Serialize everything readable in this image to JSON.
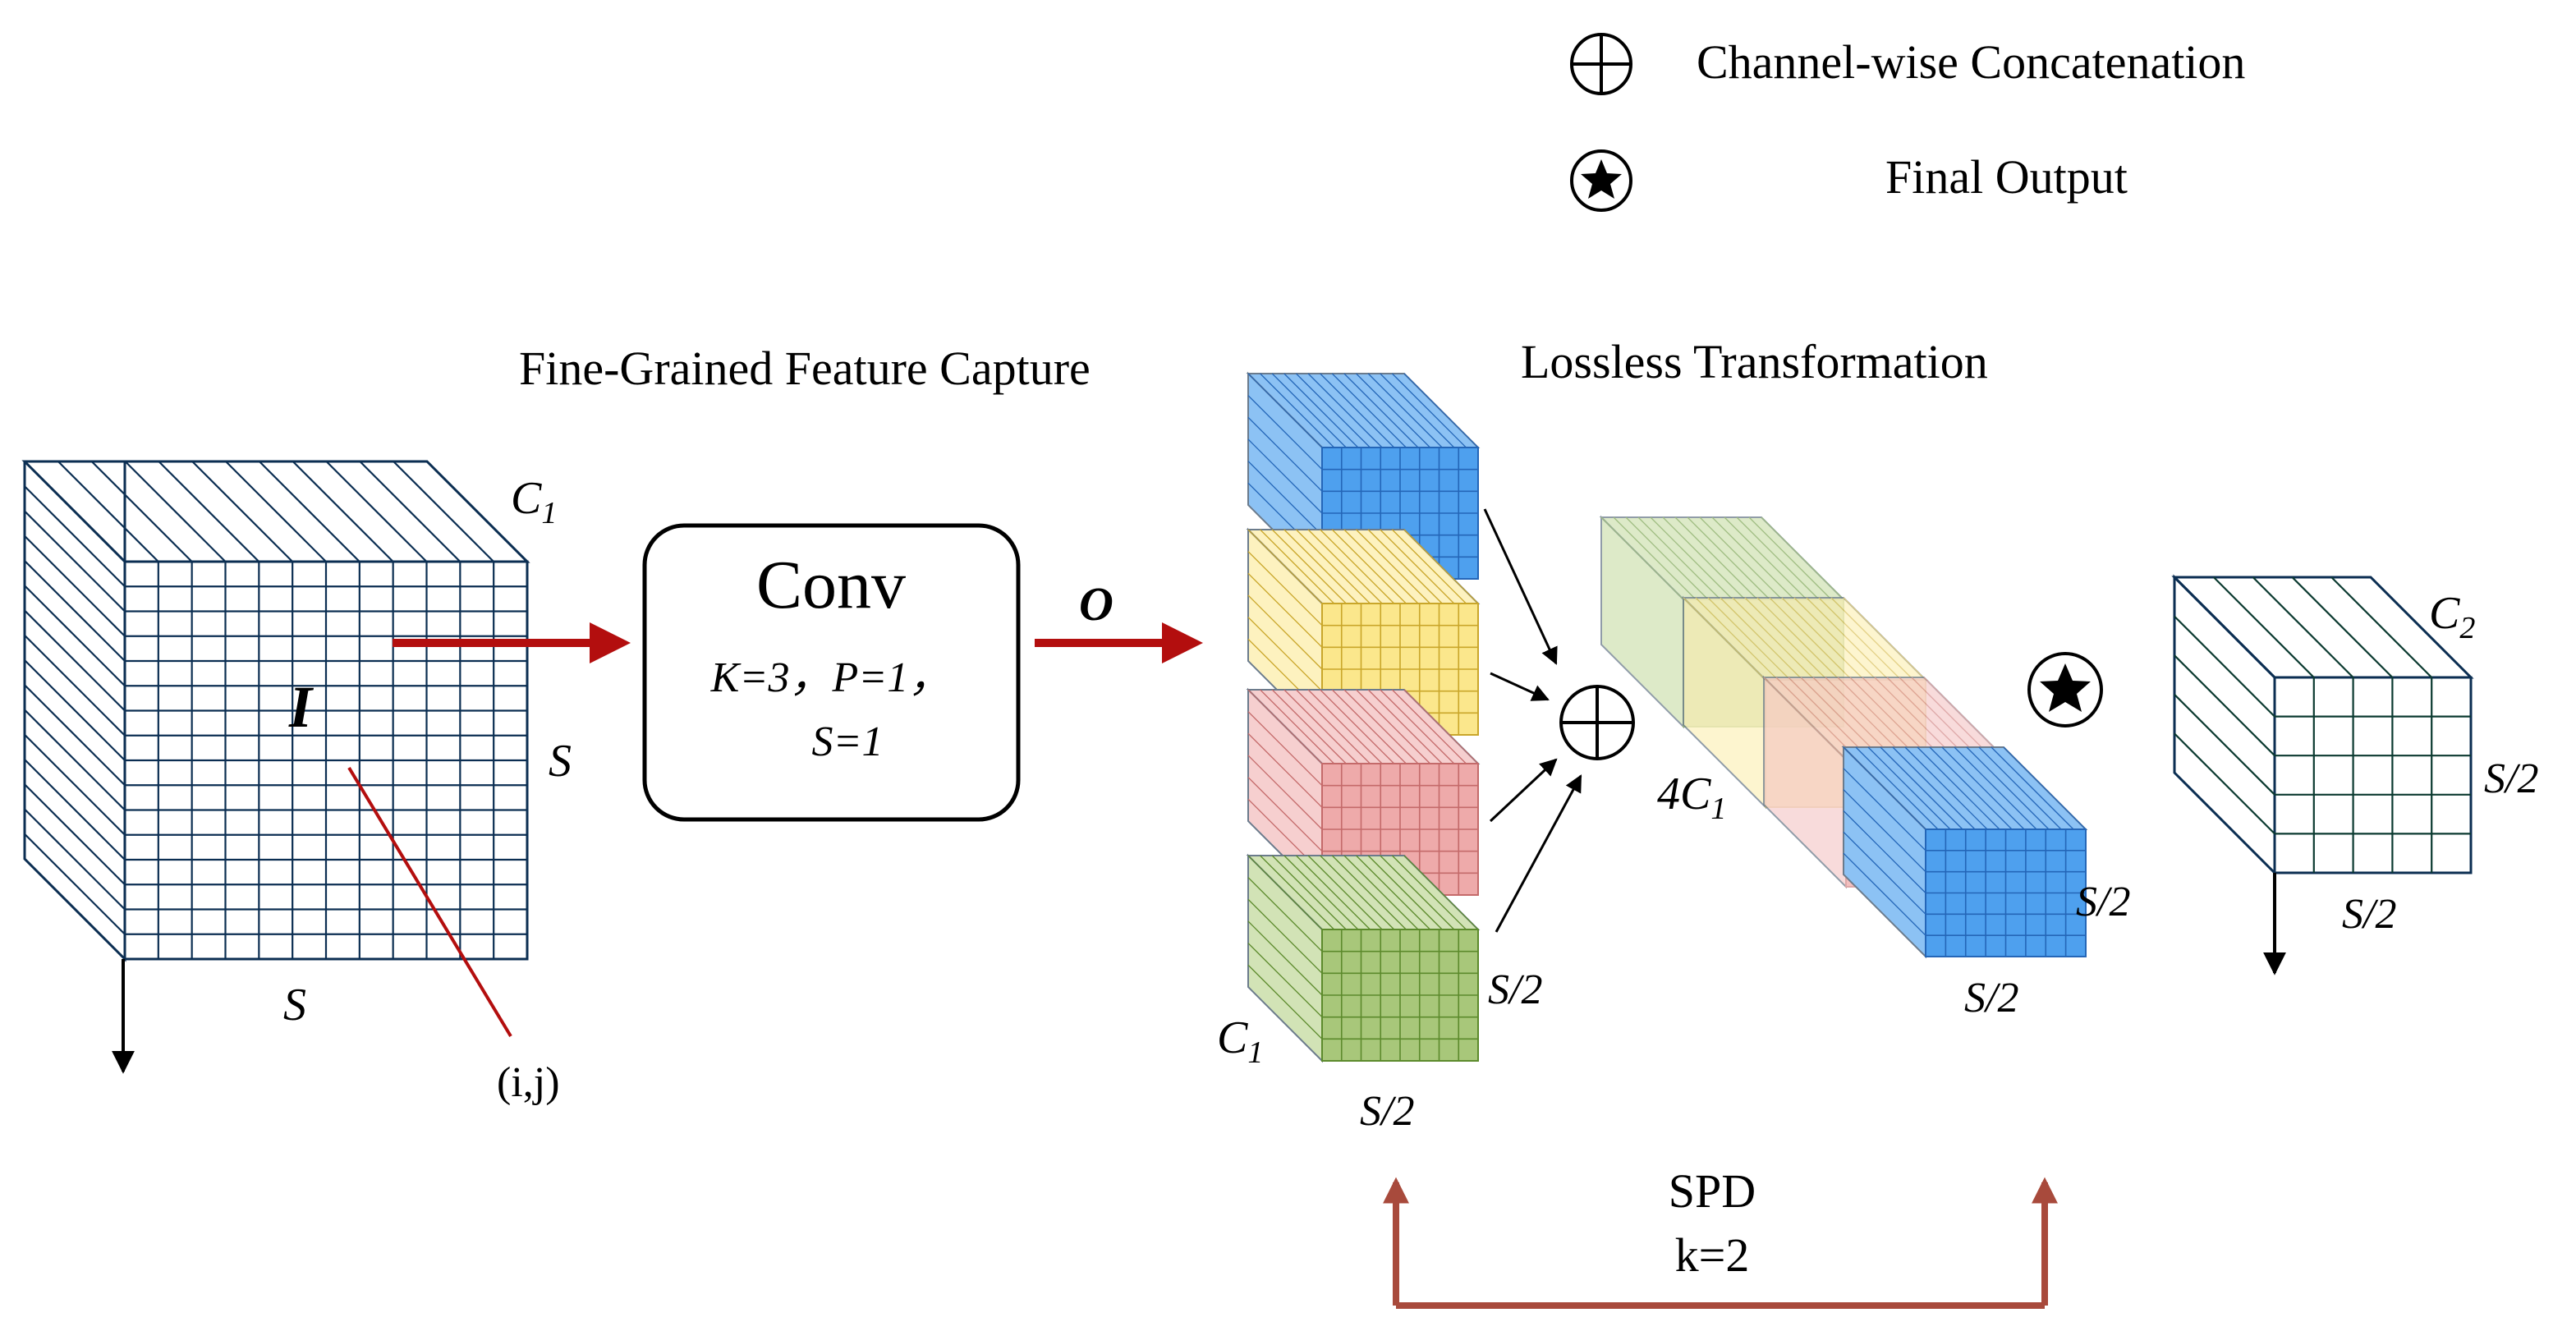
{
  "legend": {
    "concat_label": "Channel-wise Concatenation",
    "output_label": "Final Output"
  },
  "sections": {
    "fine_grained": "Fine-Grained Feature Capture",
    "lossless": "Lossless Transformation"
  },
  "input_tensor": {
    "name": "I",
    "channel_label": "C",
    "channel_sub": "1",
    "height_label": "S",
    "width_label": "S",
    "pixel_label": "(i,j)"
  },
  "conv": {
    "title": "Conv",
    "params_line1": "K=3，P=1，",
    "params_line2": "S=1",
    "output_label": "O"
  },
  "sub_tensors": {
    "channel_label": "C",
    "channel_sub": "1",
    "height_label": "S/2",
    "width_label": "S/2"
  },
  "concat_tensor": {
    "channel_label": "4C",
    "channel_sub": "1",
    "height_label": "S/2",
    "width_label": "S/2"
  },
  "output_tensor": {
    "channel_label": "C",
    "channel_sub": "2",
    "height_label": "S/2",
    "width_label": "S/2"
  },
  "spd": {
    "name": "SPD",
    "param": "k=2"
  },
  "colors": {
    "input_front": "#5ec8f5",
    "input_top": "#a8e2fa",
    "input_side": "#2fa6e6",
    "blue_front": "#4ea0ee",
    "blue_top": "#8cc2f4",
    "yellow_front": "#fbe78c",
    "yellow_top": "#fdf2bf",
    "pink_front": "#eeaaaa",
    "pink_top": "#f6cfcf",
    "green_front": "#a8c77a",
    "green_top": "#d2e3b6",
    "output_front": "#0ed9b0",
    "output_top": "#18b894",
    "output_side": "#0a8f72",
    "arrow_red": "#b30e0e",
    "spd_arrow": "#a84a3c"
  },
  "icons": {
    "concat": "circle-plus-icon",
    "output": "circle-star-icon"
  }
}
